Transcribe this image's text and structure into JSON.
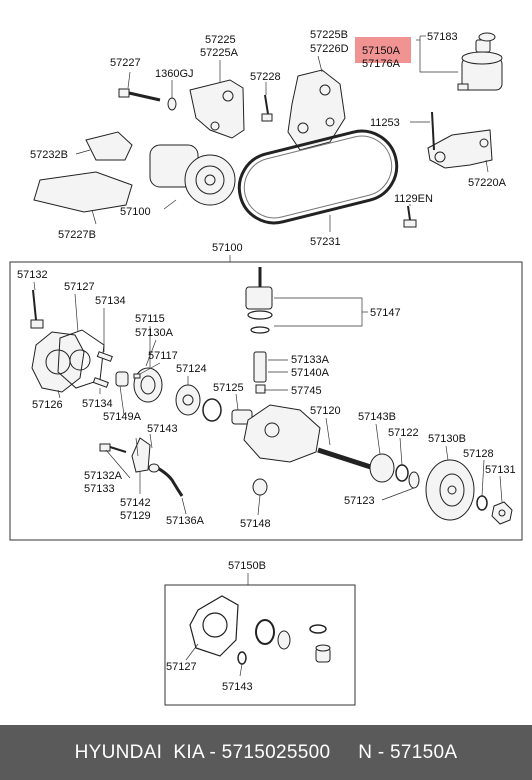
{
  "highlight_color": "#f08080",
  "labels": {
    "p57227": "57227",
    "p1360GJ": "1360GJ",
    "p57225": "57225",
    "p57225A": "57225A",
    "p57228": "57228",
    "p57225B": "57225B",
    "p57226D": "57226D",
    "p57150A": "57150A",
    "p57176A": "57176A",
    "p57183": "57183",
    "p57232B": "57232B",
    "p11253": "11253",
    "p57100_top": "57100",
    "p57220A": "57220A",
    "p1129EN": "1129EN",
    "p57227B": "57227B",
    "p57231": "57231",
    "p57100_mid": "57100",
    "p57132": "57132",
    "p57127": "57127",
    "p57134a": "57134",
    "p57115": "57115",
    "p57130A": "57130A",
    "p57117": "57117",
    "p57147": "57147",
    "p57133A": "57133A",
    "p57140A": "57140A",
    "p57124": "57124",
    "p57125": "57125",
    "p57745": "57745",
    "p57126": "57126",
    "p57134b": "57134",
    "p57149A": "57149A",
    "p57120": "57120",
    "p57143B": "57143B",
    "p57122": "57122",
    "p57130B": "57130B",
    "p57143": "57143",
    "p57128": "57128",
    "p57131": "57131",
    "p57132A": "57132A",
    "p57133": "57133",
    "p57123": "57123",
    "p57142": "57142",
    "p57129": "57129",
    "p57136A": "57136A",
    "p57148": "57148",
    "p57150B": "57150B",
    "p57127_kit": "57127",
    "p57143_kit": "57143"
  },
  "footer": {
    "text": "HYUNDAI  KIA - 5715025500     N - 57150A"
  }
}
